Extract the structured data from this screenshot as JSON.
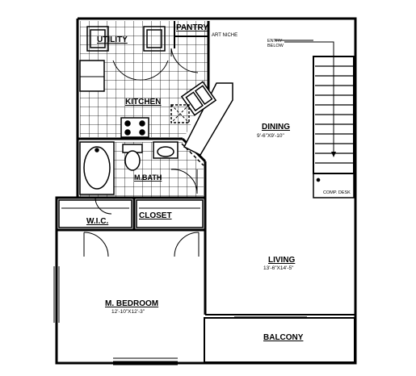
{
  "rooms": {
    "utility": "UTILITY",
    "pantry": "PANTRY",
    "art_niche": "ART NICHE",
    "entry": "ENTRY",
    "entry_below": "BELOW",
    "kitchen": "KITCHEN",
    "dining": "DINING",
    "dining_dim": "9'-6\"X9'-10\"",
    "m_bath": "M.BATH",
    "comp_desk": "COMP. DESK",
    "wic": "W.I.C.",
    "closet": "CLOSET",
    "living": "LIVING",
    "living_dim": "13'-6\"X14'-5\"",
    "m_bedroom": "M. BEDROOM",
    "m_bedroom_dim": "12'-10\"X12'-3\"",
    "balcony": "BALCONY"
  }
}
